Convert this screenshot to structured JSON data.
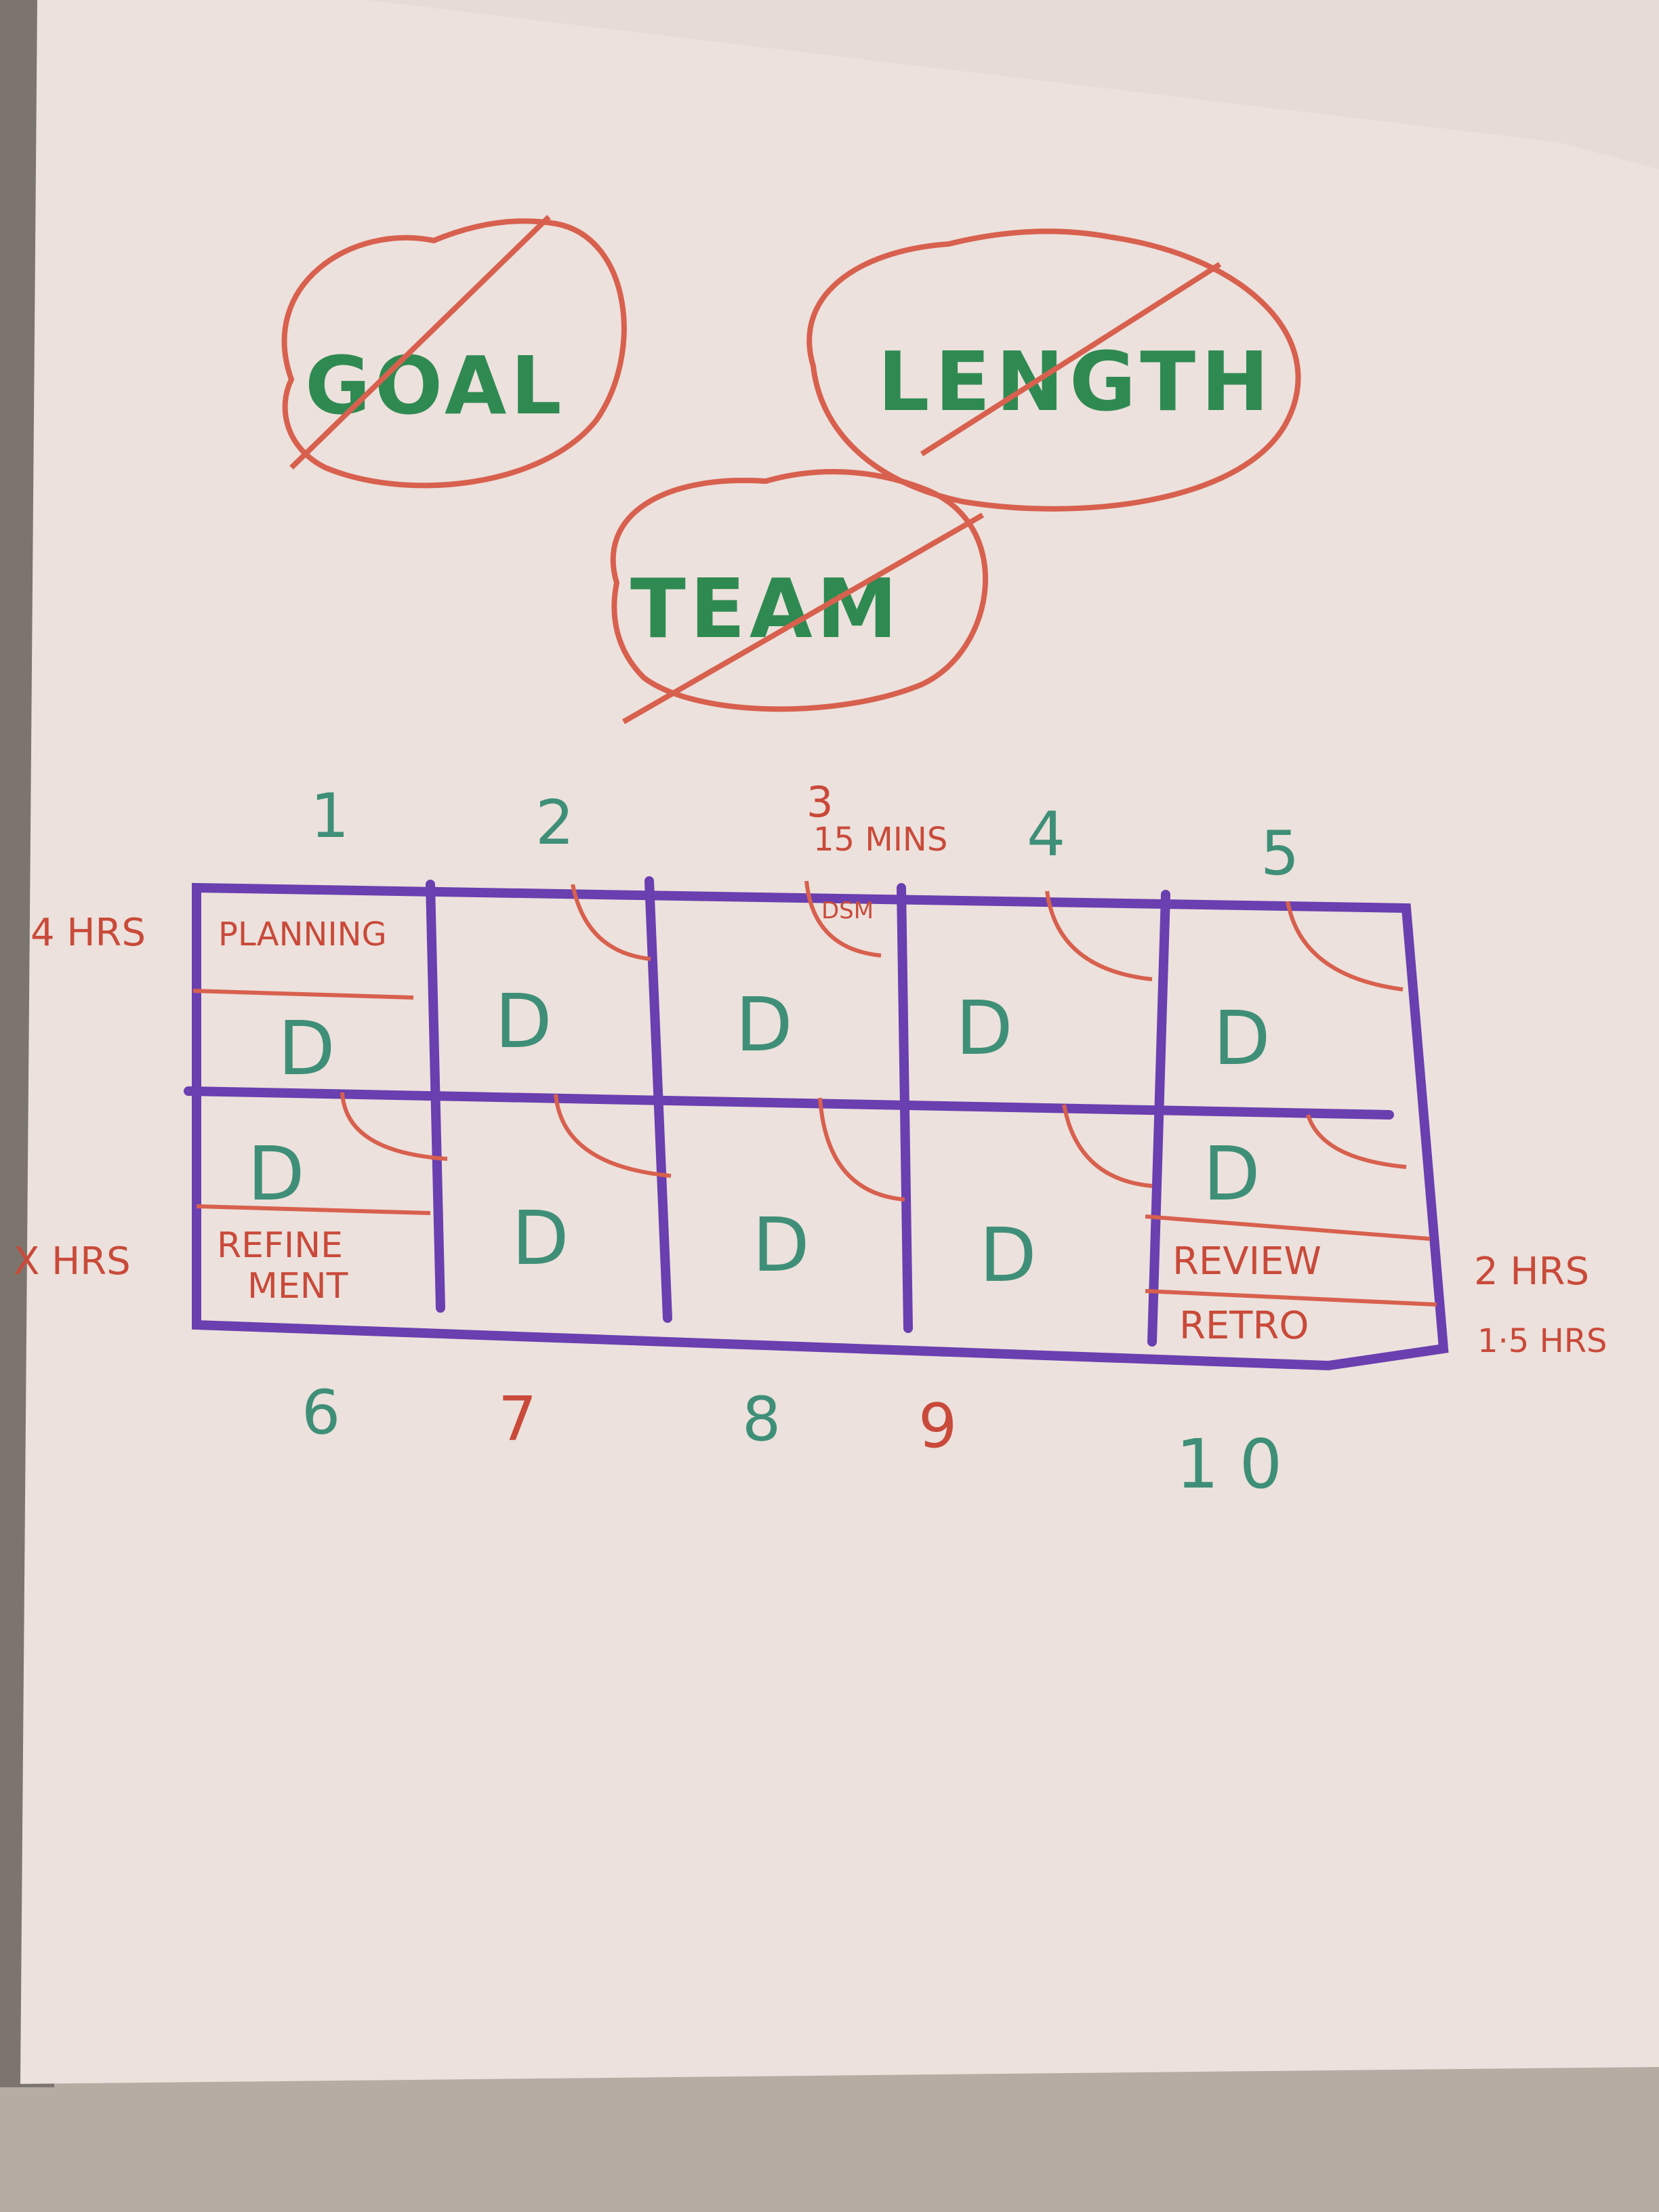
{
  "colors": {
    "paper": "#efe3de",
    "purple_marker": "#6a3fb0",
    "red_marker": "#c94a3a",
    "green_marker": "#2f8a52"
  },
  "words": {
    "goal": "GOAL",
    "length": "LENGTH",
    "team": "TEAM"
  },
  "top_numbers": [
    "1",
    "2",
    "3",
    "4",
    "5"
  ],
  "bottom_numbers": [
    "6",
    "7",
    "8",
    "9",
    "10"
  ],
  "labels": {
    "fifteen_mins": "15 MINS",
    "four_hrs": "4 HRS",
    "x_hrs": "X HRS",
    "two_hrs": "2 HRS",
    "one_five_hrs": "1·5 HRS",
    "planning": "PLANNING",
    "dsm": "DSM",
    "refine": "REFINE",
    "ment": "MENT",
    "review": "REVIEW",
    "retro": "RETRO"
  },
  "day_letter": "D"
}
